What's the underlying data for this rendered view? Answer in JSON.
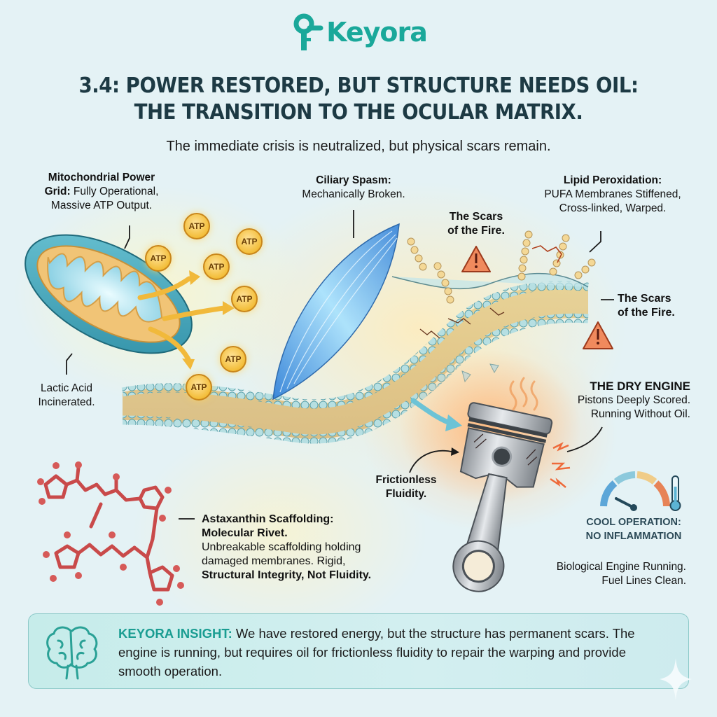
{
  "brand": {
    "name": "Keyora",
    "color": "#1aa89a"
  },
  "header": {
    "title_line1": "3.4: POWER RESTORED, BUT STRUCTURE NEEDS OIL:",
    "title_line2": "THE TRANSITION TO THE OCULAR MATRIX.",
    "subtitle": "The immediate crisis is neutralized, but physical scars remain."
  },
  "labels": {
    "mitochondria": {
      "bold": "Mitochondrial Power Grid:",
      "bold_part1": "Mitochondrial Power",
      "bold_part2": "Grid:",
      "text_part1": " Fully Operational,",
      "text_part2": "Massive ATP Output."
    },
    "lactic_acid": {
      "line1": "Lactic Acid",
      "line2": "Incinerated."
    },
    "ciliary": {
      "bold": "Ciliary Spasm:",
      "text": "Mechanically Broken."
    },
    "scars_top": {
      "line1": "The Scars",
      "line2": "of the Fire."
    },
    "lipid": {
      "bold": "Lipid Peroxidation:",
      "line1": "PUFA Membranes Stiffened,",
      "line2": "Cross-linked, Warped."
    },
    "scars_right": {
      "line1": "The Scars",
      "line2": "of the Fire."
    },
    "dry_engine": {
      "bold": "THE DRY ENGINE",
      "line1": "Pistons Deeply Scored.",
      "line2": "Running Without Oil."
    },
    "frictionless": {
      "line1": "Frictionless",
      "line2": "Fluidity."
    },
    "astaxanthin": {
      "bold1": "Astaxanthin Scaffolding:",
      "bold2": "Molecular Rivet.",
      "line1": "Unbreakable scaffolding holding",
      "line2": "damaged membranes. Rigid,",
      "bold3": "Structural Integrity, Not Fluidity."
    },
    "gauge": {
      "line1": "COOL OPERATION:",
      "line2": "NO INFLAMMATION"
    },
    "biological": {
      "line1": "Biological Engine Running.",
      "line2": "Fuel Lines Clean."
    }
  },
  "atp_molecules": [
    "ATP",
    "ATP",
    "ATP",
    "ATP",
    "ATP",
    "ATP",
    "ATP"
  ],
  "insight": {
    "key": "KEYORA INSIGHT:",
    "text": " We have restored energy, but the structure has permanent scars. The engine is running, but requires oil for frictionless fluidity to repair the warping and provide smooth operation."
  },
  "colors": {
    "background": "#e4f2f5",
    "title": "#1d3a44",
    "atp": "#f3be3a",
    "warning": "#f08a5d",
    "molecule": "#c94a4a",
    "membrane_head": "#a8d8de",
    "gauge_text": "#2c4a57"
  }
}
